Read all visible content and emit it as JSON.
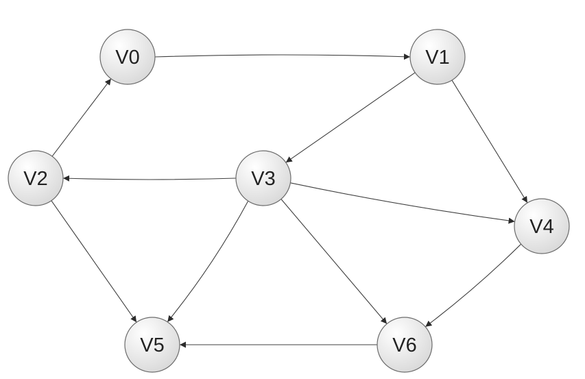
{
  "nodes": [
    {
      "id": "V0",
      "label": "V0"
    },
    {
      "id": "V1",
      "label": "V1"
    },
    {
      "id": "V2",
      "label": "V2"
    },
    {
      "id": "V3",
      "label": "V3"
    },
    {
      "id": "V4",
      "label": "V4"
    },
    {
      "id": "V5",
      "label": "V5"
    },
    {
      "id": "V6",
      "label": "V6"
    }
  ],
  "edges": [
    {
      "from": "V0",
      "to": "V1"
    },
    {
      "from": "V1",
      "to": "V3"
    },
    {
      "from": "V1",
      "to": "V4"
    },
    {
      "from": "V2",
      "to": "V0"
    },
    {
      "from": "V2",
      "to": "V5"
    },
    {
      "from": "V3",
      "to": "V2"
    },
    {
      "from": "V3",
      "to": "V4"
    },
    {
      "from": "V3",
      "to": "V5"
    },
    {
      "from": "V3",
      "to": "V6"
    },
    {
      "from": "V4",
      "to": "V6"
    },
    {
      "from": "V6",
      "to": "V5"
    }
  ],
  "colors": {
    "node_fill_light": "#ffffff",
    "node_fill_dark": "#d9d9d9",
    "node_stroke": "#6b6b6b",
    "edge": "#3f3f3f",
    "label": "#222222"
  }
}
